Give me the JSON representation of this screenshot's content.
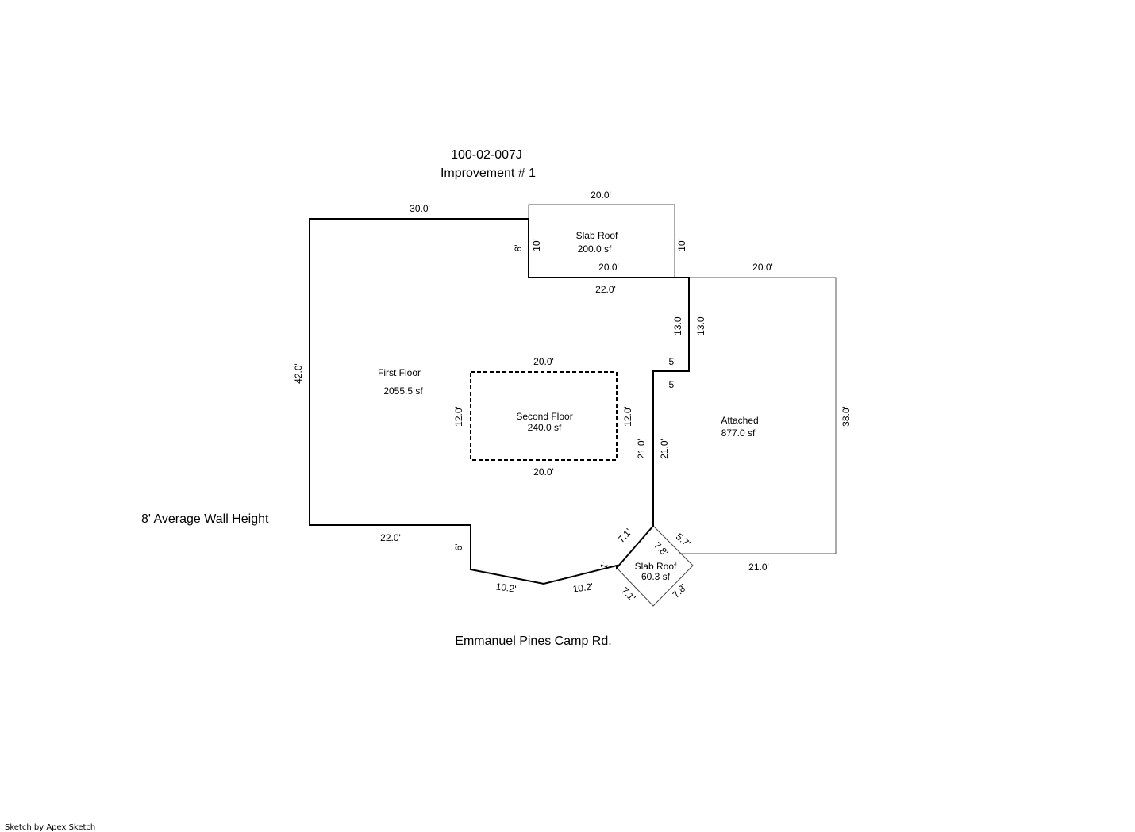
{
  "header": {
    "parcel_id": "100-02-007J",
    "improvement": "Improvement # 1"
  },
  "notes": {
    "wall_height": "8' Average Wall Height",
    "road": "Emmanuel Pines Camp Rd.",
    "credit": "Sketch by Apex Sketch"
  },
  "areas": {
    "first_floor": {
      "name": "First Floor",
      "area": "2055.5 sf"
    },
    "second_floor": {
      "name": "Second Floor",
      "area": "240.0 sf"
    },
    "slab_roof_top": {
      "name": "Slab Roof",
      "area": "200.0 sf"
    },
    "attached": {
      "name": "Attached",
      "area": "877.0 sf"
    },
    "slab_roof_bottom": {
      "name": "Slab Roof",
      "area": "60.3 sf"
    }
  },
  "dims": {
    "ff_top": "30.0'",
    "ff_left": "42.0'",
    "ff_bottom": "22.0'",
    "ff_step_8": "8'",
    "ff_top_inner": "22.0'",
    "ff_right_13": "13.0'",
    "ff_notch_5": "5'",
    "ff_right_21": "21.0'",
    "ff_drop_6": "6'",
    "ff_bay_left": "10.2'",
    "ff_bay_right": "10.2'",
    "ff_bay_1": "1'",
    "ff_diag_71": "7.1'",
    "sf_top": "20.0'",
    "sf_bottom": "20.0'",
    "sf_left": "12.0'",
    "sf_right": "12.0'",
    "sr_top": "20.0'",
    "sr_left": "10'",
    "sr_right": "10'",
    "sr_bottom": "20.0'",
    "at_top": "20.0'",
    "at_right": "38.0'",
    "at_bottom": "21.0'",
    "at_left_13": "13.0'",
    "at_notch_5": "5'",
    "at_left_21": "21.0'",
    "at_diag_57": "5.7'",
    "sr2_78_top": "7.8'",
    "sr2_78_bottom": "7.8'",
    "sr2_71_bottom": "7.1'"
  },
  "colors": {
    "line": "#000000",
    "thin_line": "#555555",
    "background": "#ffffff"
  }
}
